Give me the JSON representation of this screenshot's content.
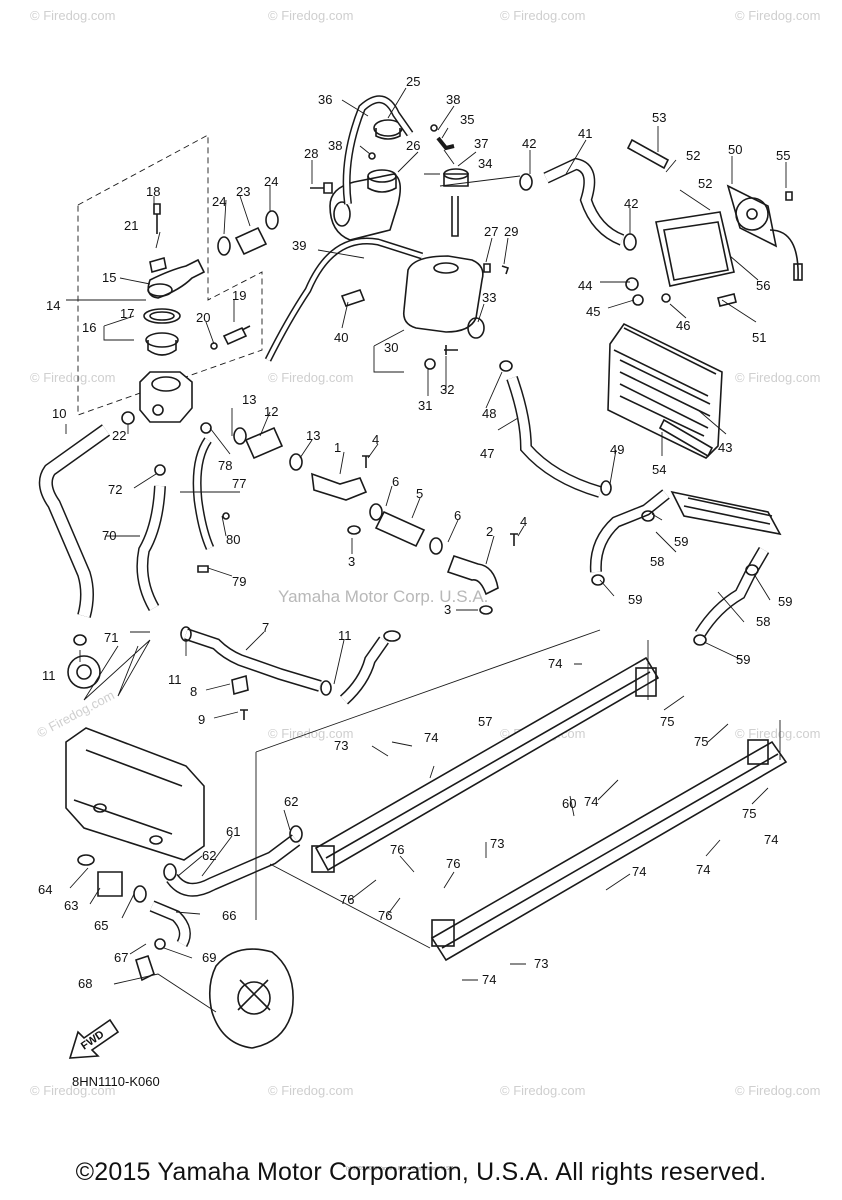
{
  "diagram_code": "8HN1110-K060",
  "center_watermark": "Yamaha Motor Corp. U.S.A.",
  "side_watermark": "© Firedog.com",
  "tile_watermark": "© Firedog.com",
  "fwd_label": "FWD",
  "tiny_print": "(c) 2005-2015 Yamaha Motor Corporation, U.S.A.",
  "copyright": "©2015 Yamaha Motor Corporation, U.S.A. All rights reserved.",
  "callouts": [
    "1",
    "2",
    "3",
    "3",
    "4",
    "4",
    "5",
    "6",
    "6",
    "7",
    "8",
    "9",
    "10",
    "11",
    "11",
    "11",
    "12",
    "13",
    "13",
    "14",
    "15",
    "16",
    "17",
    "18",
    "19",
    "20",
    "21",
    "22",
    "23",
    "24",
    "24",
    "25",
    "26",
    "27",
    "28",
    "29",
    "30",
    "31",
    "32",
    "33",
    "34",
    "35",
    "36",
    "37",
    "38",
    "38",
    "39",
    "40",
    "41",
    "42",
    "42",
    "43",
    "44",
    "45",
    "46",
    "47",
    "48",
    "49",
    "50",
    "51",
    "52",
    "52",
    "53",
    "54",
    "55",
    "56",
    "57",
    "58",
    "58",
    "59",
    "59",
    "59",
    "59",
    "60",
    "61",
    "62",
    "62",
    "63",
    "64",
    "65",
    "66",
    "67",
    "68",
    "69",
    "70",
    "71",
    "72",
    "73",
    "73",
    "73",
    "74",
    "74",
    "74",
    "74",
    "74",
    "74",
    "74",
    "75",
    "75",
    "75",
    "76",
    "76",
    "76",
    "76",
    "77",
    "78",
    "79",
    "80"
  ]
}
